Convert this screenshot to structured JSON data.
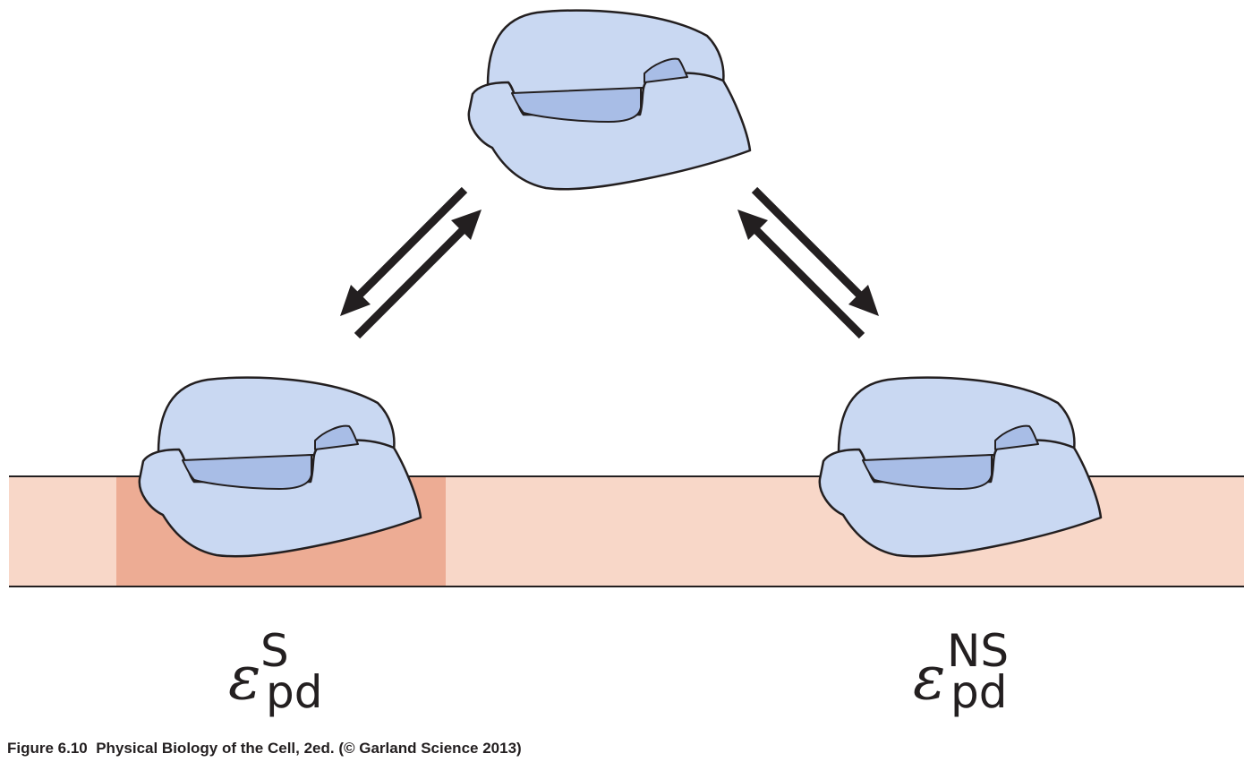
{
  "colors": {
    "protein_fill": "#c9d8f2",
    "protein_cleft": "#a8bde6",
    "outline": "#231f20",
    "dna_nonspecific": "#f8d7c8",
    "dna_specific": "#edac94",
    "arrow": "#231f20"
  },
  "labels": {
    "specific": {
      "symbol": "ε",
      "superscript": "S",
      "subscript": "pd"
    },
    "nonspecific": {
      "symbol": "ε",
      "superscript": "NS",
      "subscript": "pd"
    }
  },
  "caption": {
    "figure": "Figure 6.10",
    "text": "Physical Biology of the Cell, 2ed. (© Garland Science 2013)"
  }
}
